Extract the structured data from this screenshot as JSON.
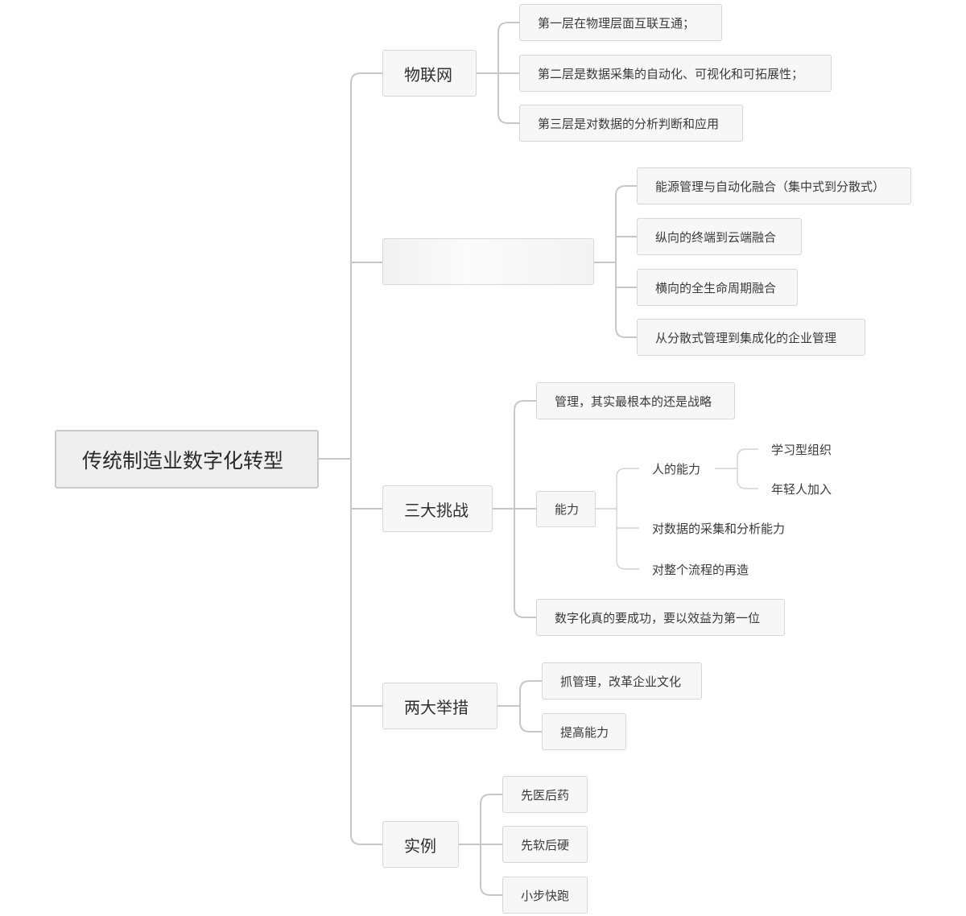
{
  "root": "传统制造业数字化转型",
  "branches": [
    {
      "label": "物联网",
      "children": [
        "第一层在物理层面互联互通；",
        "第二层是数据采集的自动化、可视化和可拓展性；",
        "第三层是对数据的分析判断和应用"
      ]
    },
    {
      "label": "",
      "obscured": true,
      "children": [
        "能源管理与自动化融合（集中式到分散式）",
        "纵向的终端到云端融合",
        "横向的全生命周期融合",
        "从分散式管理到集成化的企业管理"
      ]
    },
    {
      "label": "三大挑战",
      "children": [
        {
          "label": "管理，其实最根本的还是战略"
        },
        {
          "label": "能力",
          "children": [
            {
              "label": "人的能力",
              "children": [
                "学习型组织",
                "年轻人加入"
              ]
            },
            {
              "label": "对数据的采集和分析能力"
            },
            {
              "label": "对整个流程的再造"
            }
          ]
        },
        {
          "label": "数字化真的要成功，要以效益为第一位"
        }
      ]
    },
    {
      "label": "两大举措",
      "children": [
        "抓管理，改革企业文化",
        "提高能力"
      ]
    },
    {
      "label": "实例",
      "children": [
        "先医后药",
        "先软后硬",
        "小步快跑"
      ]
    }
  ]
}
